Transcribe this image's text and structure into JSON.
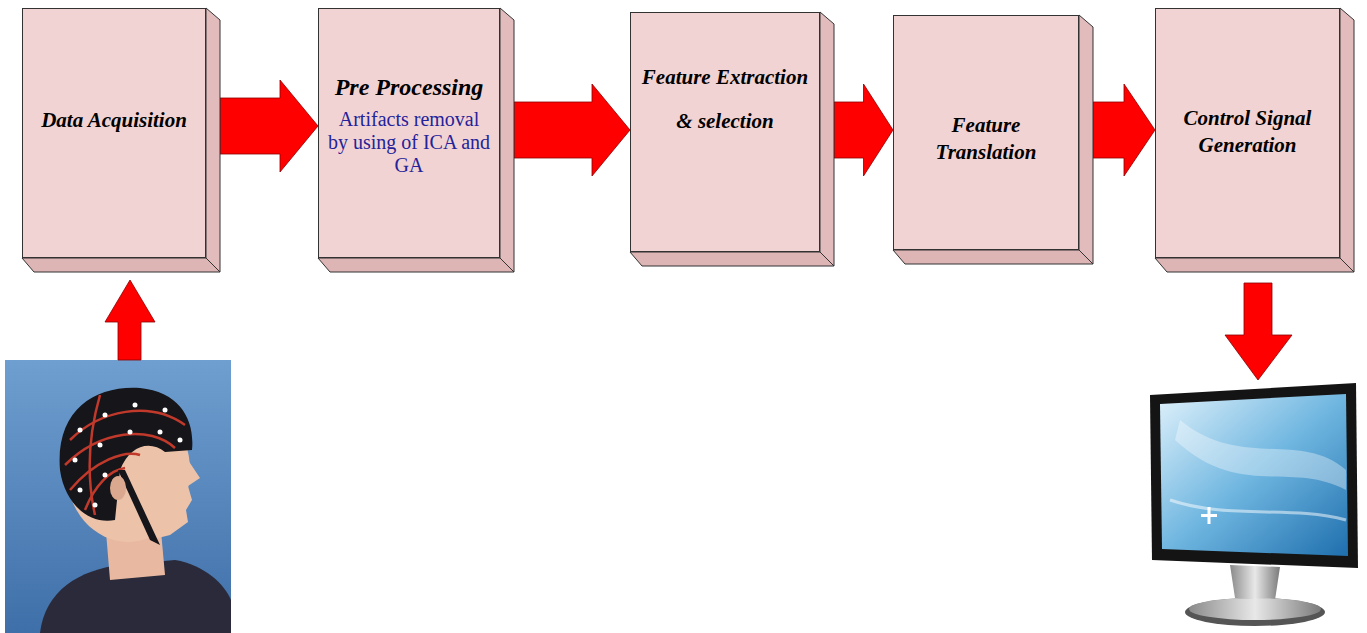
{
  "diagram": {
    "nodes": [
      {
        "text": [
          "Data Acquisition"
        ]
      },
      {
        "text": [
          "Pre Processing",
          "Artifacts removal by using of ICA and GA"
        ]
      },
      {
        "text": [
          "Feature Extraction & selection"
        ]
      },
      {
        "text": [
          "Feature Translation"
        ]
      },
      {
        "text": [
          "Control Signal Generation"
        ]
      }
    ],
    "edges": [
      {
        "from": 0,
        "to": 1,
        "arrow": "to"
      },
      {
        "from": 1,
        "to": 2,
        "arrow": "to"
      },
      {
        "from": 2,
        "to": 3,
        "arrow": "to"
      },
      {
        "from": 3,
        "to": 4,
        "arrow": "to"
      }
    ]
  }
}
